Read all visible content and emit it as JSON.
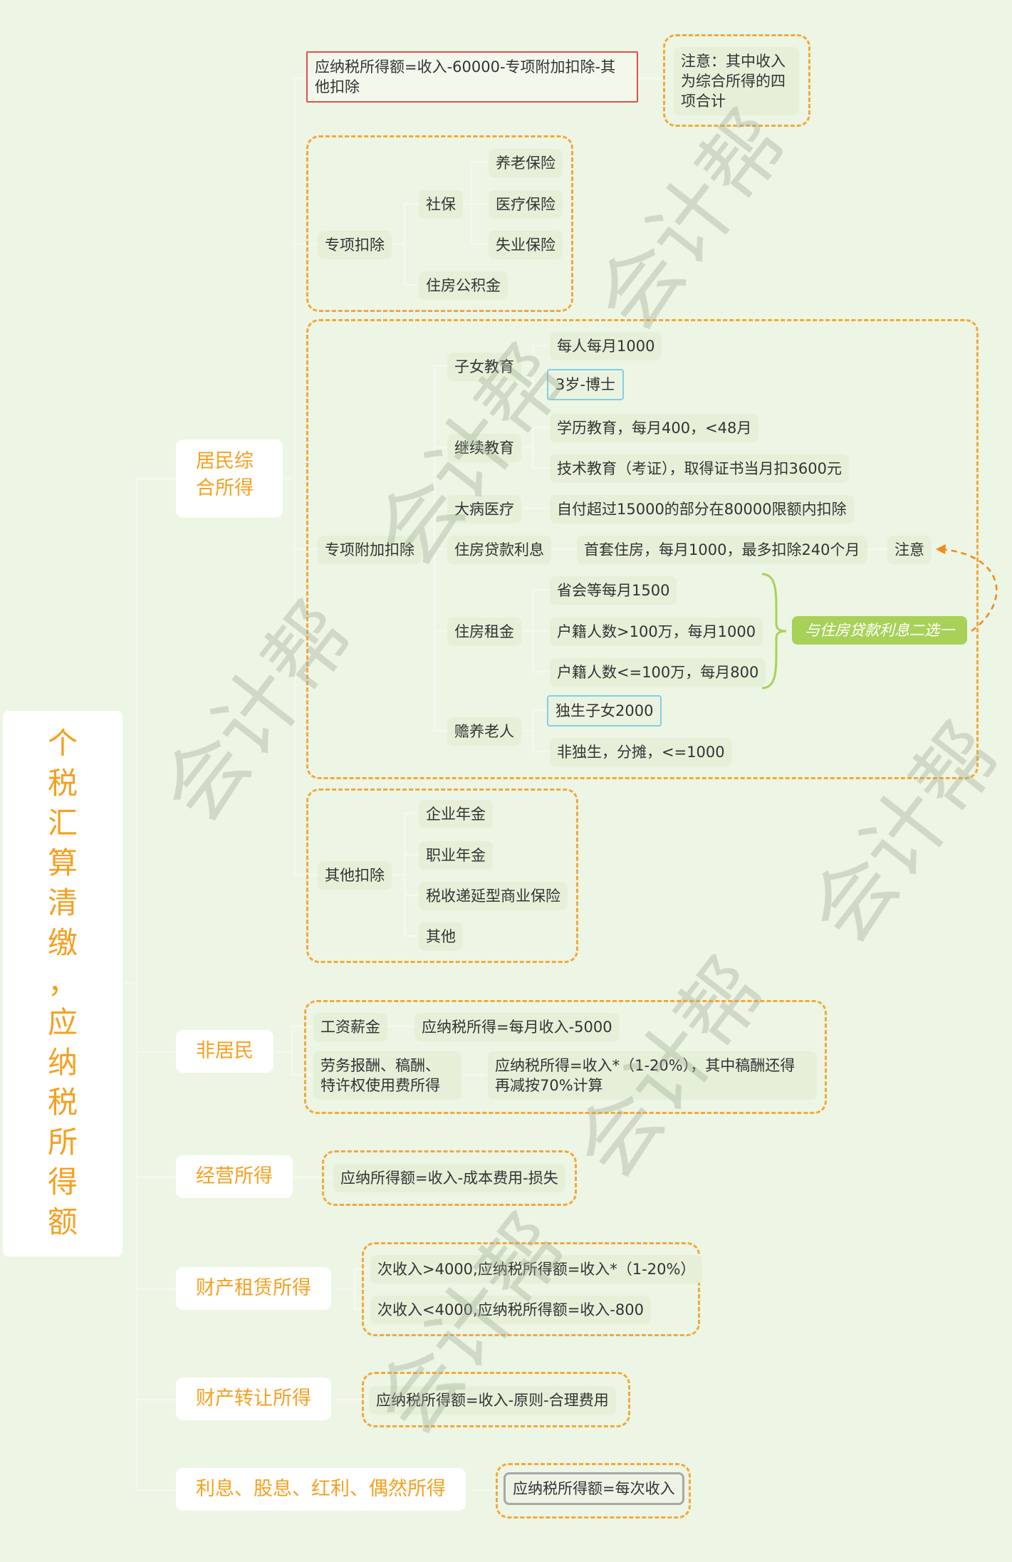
{
  "root": {
    "title": "个税汇算清缴，应纳税所得额",
    "title_display": "个\n税\n汇\n算\n清\n缴\n，\n应\n纳\n税\n所\n得\n额"
  },
  "categories": {
    "resident": "居民综\n合所得",
    "nonresident": "非居民",
    "business": "经营所得",
    "lease": "财产租赁所得",
    "transfer": "财产转让所得",
    "interest": "利息、股息、红利、偶然所得"
  },
  "resident": {
    "formula": "应纳税所得额=收入-60000-专项附加扣除-其他扣除",
    "note": "注意：其中收入为综合所得的四项合计",
    "special": {
      "label": "专项扣除",
      "social": "社保",
      "pension": "养老保险",
      "medical": "医疗保险",
      "unemployment": "失业保险",
      "housing_fund": "住房公积金"
    },
    "additional": {
      "label": "专项附加扣除",
      "child_edu": "子女教育",
      "child_edu_1": "每人每月1000",
      "child_edu_2": "3岁-博士",
      "cont_edu": "继续教育",
      "cont_edu_1": "学历教育，每月400，<48月",
      "cont_edu_2": "技术教育（考证），取得证书当月扣3600元",
      "illness": "大病医疗",
      "illness_1": "自付超过15000的部分在80000限额内扣除",
      "loan": "住房贷款利息",
      "loan_1": "首套住房，每月1000，最多扣除240个月",
      "loan_note": "注意",
      "rent": "住房租金",
      "rent_1": "省会等每月1500",
      "rent_2": "户籍人数>100万，每月1000",
      "rent_3": "户籍人数<=100万，每月800",
      "rent_choice": "与住房贷款利息二选一",
      "elderly": "赡养老人",
      "elderly_1": "独生子女2000",
      "elderly_2": "非独生，分摊，<=1000"
    },
    "other": {
      "label": "其他扣除",
      "i1": "企业年金",
      "i2": "职业年金",
      "i3": "税收递延型商业保险",
      "i4": "其他"
    }
  },
  "nonresident": {
    "wage": "工资薪金",
    "wage_formula": "应纳税所得=每月收入-5000",
    "labor": "劳务报酬、稿酬、特许权使用费所得",
    "labor_formula": "应纳税所得=收入*（1-20%），其中稿酬还得再减按70%计算"
  },
  "business": {
    "formula": "应纳所得额=收入-成本费用-损失"
  },
  "lease": {
    "f1": "次收入>4000,应纳税所得额=收入*（1-20%）",
    "f2": "次收入<4000,应纳税所得额=收入-800"
  },
  "transfer": {
    "formula": "应纳税所得额=收入-原则-合理费用"
  },
  "interest": {
    "formula": "应纳税所得额=每次收入"
  },
  "watermark": "会计帮",
  "colors": {
    "background": "#edf5e4",
    "accent": "#f5a020",
    "dash": "#f2a93b",
    "node": "#e6f0d9",
    "line": "#e8eedd"
  }
}
